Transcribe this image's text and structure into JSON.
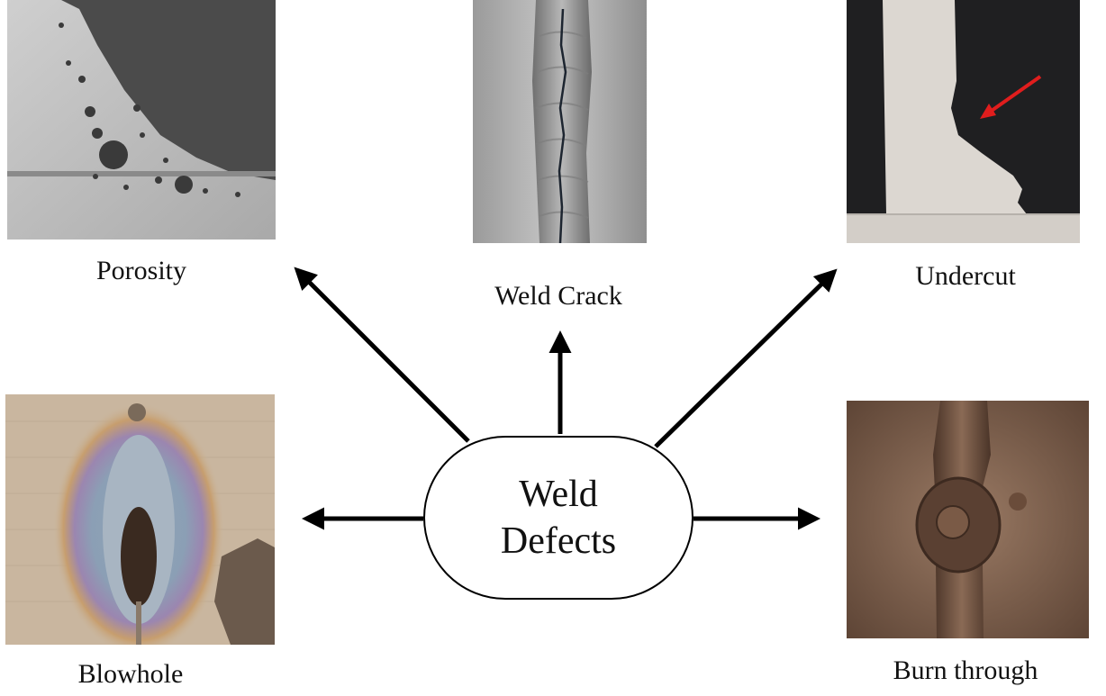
{
  "center": {
    "line1": "Weld",
    "line2": "Defects"
  },
  "defects": [
    {
      "id": "porosity",
      "label": "Porosity"
    },
    {
      "id": "weld-crack",
      "label": "Weld Crack"
    },
    {
      "id": "undercut",
      "label": "Undercut"
    },
    {
      "id": "blowhole",
      "label": "Blowhole"
    },
    {
      "id": "burn-through",
      "label": "Burn through"
    }
  ]
}
